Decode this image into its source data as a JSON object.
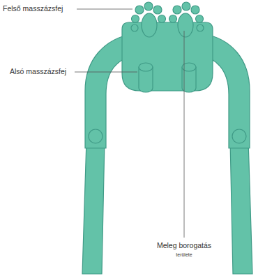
{
  "diagram": {
    "labels": [
      "Felső masszázsfej",
      "Alsó masszázsfej",
      "Meleg borogatás",
      "területe"
    ]
  }
}
